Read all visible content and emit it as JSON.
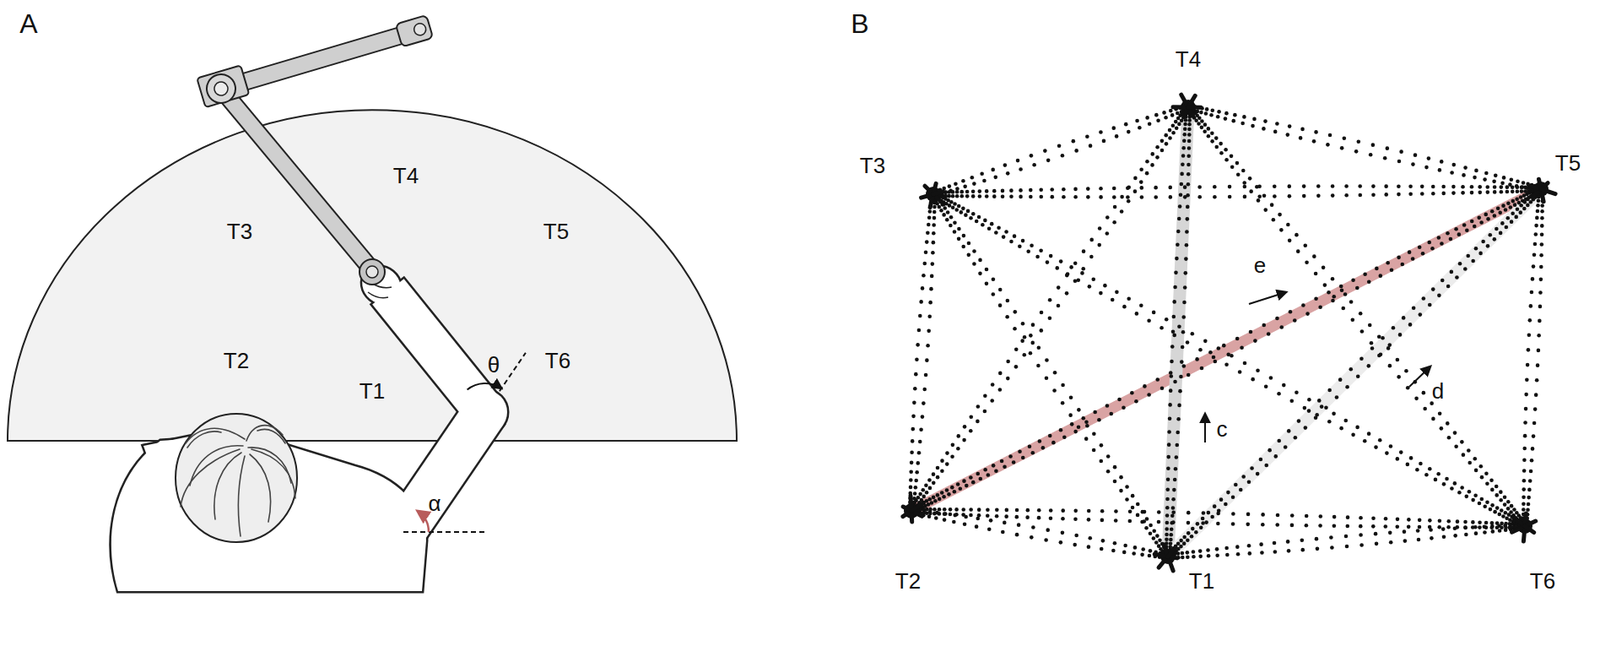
{
  "diagram": {
    "labels": [
      "A",
      "T4",
      "T3",
      "T5",
      "T2",
      "T1",
      "θ",
      "T6",
      "α",
      "B",
      "T4",
      "T3",
      "T5",
      "e",
      "d",
      "c",
      "T2",
      "T1",
      "T6"
    ]
  }
}
